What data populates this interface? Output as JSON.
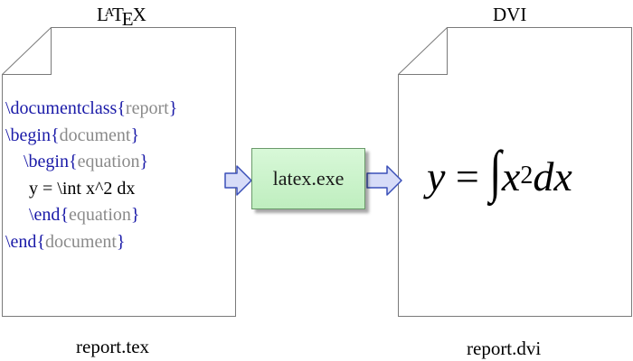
{
  "source": {
    "title_main": "L",
    "title_sup": "A",
    "title_t": "T",
    "title_e": "E",
    "title_x": "X",
    "filename": "report.tex",
    "code": {
      "l1_kw": "\\documentclass",
      "l1_o": "{",
      "l1_arg": "report",
      "l1_c": "}",
      "l2_kw": "\\begin",
      "l2_o": "{",
      "l2_arg": "document",
      "l2_c": "}",
      "l3_kw": "\\begin",
      "l3_o": "{",
      "l3_arg": "equation",
      "l3_c": "}",
      "l4": "y = \\int x^2 dx",
      "l5_kw": "\\end",
      "l5_o": "{",
      "l5_arg": "equation",
      "l5_c": "}",
      "l6_kw": "\\end",
      "l6_o": "{",
      "l6_arg": "document",
      "l6_c": "}"
    }
  },
  "processor": {
    "label": "latex.exe"
  },
  "output": {
    "title": "DVI",
    "filename": "report.dvi",
    "formula": {
      "y": "y",
      "eq": "=",
      "int": "∫",
      "x": "x",
      "exp": "2",
      "dx": "dx"
    }
  },
  "colors": {
    "keyword": "#1a1aa8",
    "argument": "#8a8a8a",
    "box_fill": "#ccf3cc",
    "arrow_fill": "#d7dcf8",
    "arrow_stroke": "#3a4fb8"
  }
}
